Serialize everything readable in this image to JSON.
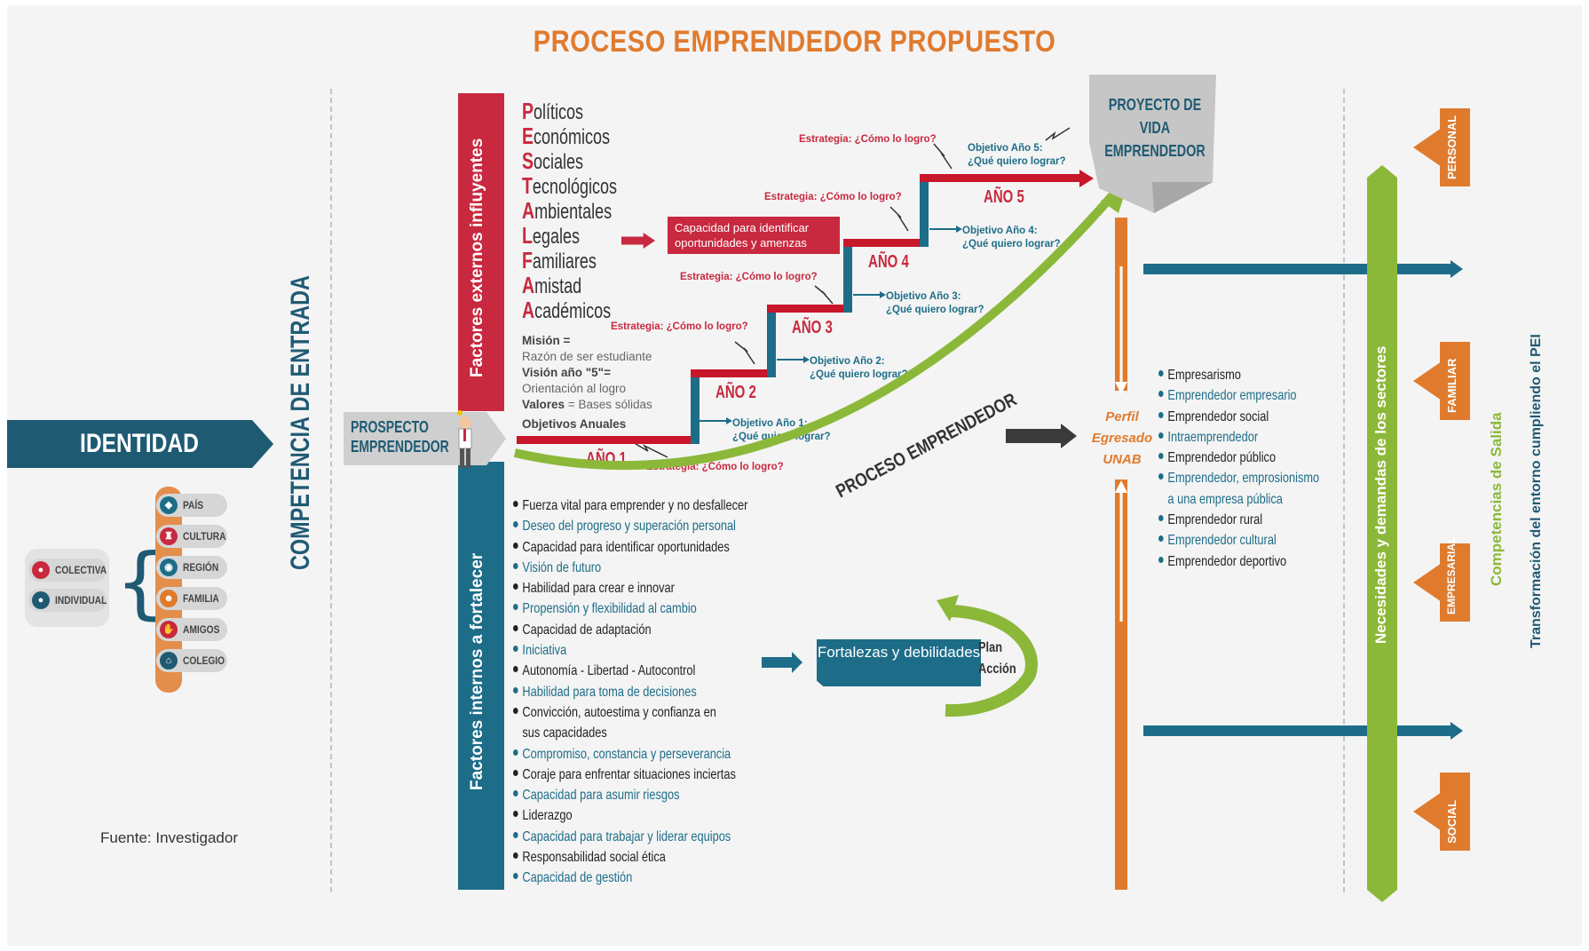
{
  "title": "PROCESO EMPRENDEDOR PROPUESTO",
  "identity": "IDENTIDAD",
  "identity_types": [
    "COLECTIVA",
    "INDIVIDUAL"
  ],
  "identity_items": [
    "PAÍS",
    "CULTURA",
    "REGIÓN",
    "FAMILIA",
    "AMIGOS",
    "COLEGIO"
  ],
  "competencia_entrada": "COMPETENCIA DE ENTRADA",
  "factores_externos": "Factores externos influyentes",
  "factores_internos": "Factores internos a fortalecer",
  "prospecto": "PROSPECTO EMPRENDEDOR",
  "pestal": [
    {
      "initial": "P",
      "rest": "olíticos"
    },
    {
      "initial": "E",
      "rest": "conómicos"
    },
    {
      "initial": "S",
      "rest": "ociales"
    },
    {
      "initial": "T",
      "rest": "ecnológicos"
    },
    {
      "initial": "A",
      "rest": "mbientales"
    },
    {
      "initial": "L",
      "rest": "egales"
    },
    {
      "initial": "F",
      "rest": "amiliares"
    },
    {
      "initial": "A",
      "rest": "mistad"
    },
    {
      "initial": "A",
      "rest": "cadémicos"
    }
  ],
  "mision": {
    "mision_label": "Misión =",
    "mision_value": "Razón de ser estudiante",
    "vision_label": "Visión año \"5\"=",
    "vision_value": "Orientación al logro",
    "valores_label": "Valores",
    "valores_value": "= Bases sólidas",
    "objetivos": "Objetivos Anuales"
  },
  "capacidad": "Capacidad para identificar oportunidades y amenzas",
  "steps": {
    "ano1": "AÑO 1",
    "ano2": "AÑO 2",
    "ano3": "AÑO 3",
    "ano4": "AÑO 4",
    "ano5": "AÑO 5",
    "estrategia": "Estrategia: ¿Cómo lo logro?",
    "obj1": "Objetivo Año 1:",
    "obj2": "Objetivo Año 2:",
    "obj3": "Objetivo Año 3:",
    "obj4": "Objetivo Año 4:",
    "obj5": "Objetivo Año 5:",
    "pregunta": "¿Qué quiero lograr?"
  },
  "proyecto_vida": "PROYECTO DE VIDA EMPRENDEDOR",
  "proceso": "PROCESO EMPRENDEDOR",
  "factores_internos_list": [
    "Fuerza vital para emprender y no desfallecer",
    "Deseo del progreso y superación personal",
    "Capacidad para identificar oportunidades",
    "Visión de futuro",
    "Habilidad para crear e innovar",
    "Propensión y flexibilidad al cambio",
    "Capacidad de adaptación",
    "Iniciativa",
    "Autonomía - Libertad - Autocontrol",
    "Habilidad para toma de decisiones",
    "Convicción, autoestima y confianza en",
    "sus capacidades",
    "Compromiso, constancia y perseverancia",
    "Coraje para enfrentar situaciones inciertas",
    "Capacidad para asumir riesgos",
    "Liderazgo",
    "Capacidad para trabajar y liderar equipos",
    "Responsabilidad social ética",
    "Capacidad de gestión"
  ],
  "fortalezas": "Fortalezas y debilidades",
  "plan_accion": [
    "Plan",
    "Acción"
  ],
  "perfil": [
    "Perfil",
    "Egresado",
    "UNAB"
  ],
  "perfiles_list": [
    "Empresarismo",
    "Emprendedor empresario",
    "Emprendedor social",
    "Intraemprendedor",
    "Emprendedor público",
    "Emprendedor, emprosionismo",
    "a una empresa pública",
    "Emprendedor rural",
    "Emprendedor cultural",
    "Emprendedor deportivo"
  ],
  "necesidades": "Necesidades y demandas de los sectores",
  "competencias_salida": "Competencias de Salida",
  "transformacion": "Transformación del entorno cumpliendo el PEI",
  "sectores": [
    "PERSONAL",
    "FAMILIAR",
    "EMPRESARIAL",
    "SOCIAL"
  ],
  "fuente": "Fuente: Investigador",
  "colors": {
    "orange": "#e07b2e",
    "red": "#c8293f",
    "teal": "#1d6d88",
    "navy": "#1f5a73",
    "green": "#8cb83a"
  }
}
